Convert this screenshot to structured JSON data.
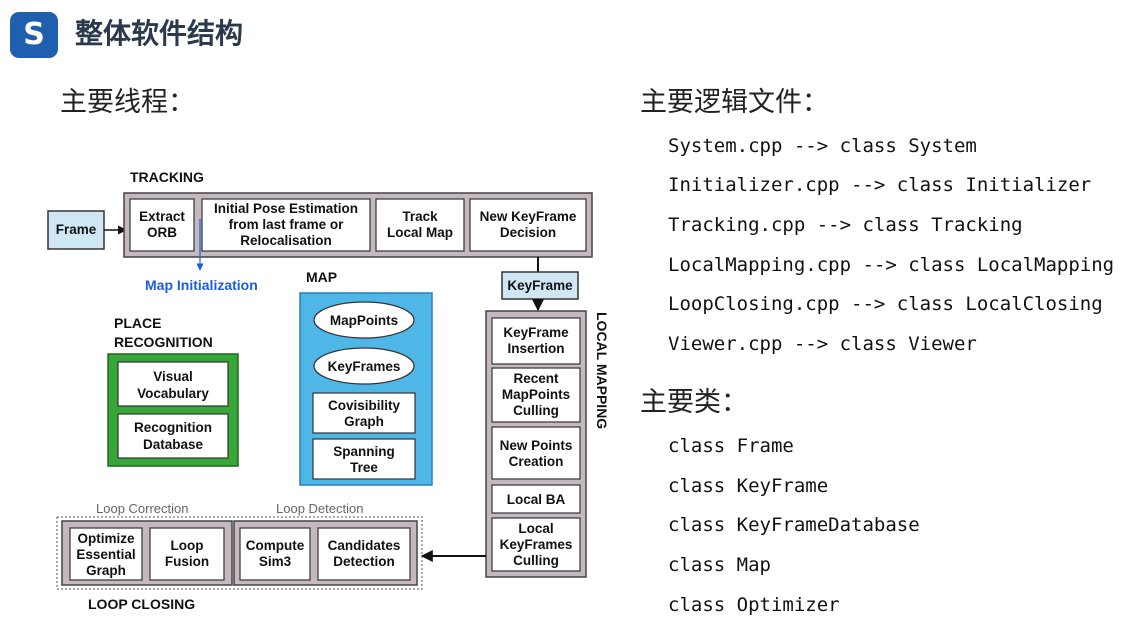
{
  "header": {
    "title": "整体软件结构",
    "logo_icon": "s-logo-icon"
  },
  "left_section": {
    "heading": "主要线程："
  },
  "right_section": {
    "files_heading": "主要逻辑文件：",
    "files": [
      "System.cpp --> class System",
      "Initializer.cpp --> class Initializer",
      "Tracking.cpp --> class Tracking",
      "LocalMapping.cpp --> class LocalMapping",
      "LoopClosing.cpp --> class LocalClosing",
      "Viewer.cpp --> class Viewer"
    ],
    "classes_heading": "主要类：",
    "classes": [
      "class Frame",
      "class KeyFrame",
      "class KeyFrameDatabase",
      "class Map",
      "class Optimizer"
    ]
  },
  "diagram": {
    "tracking": {
      "title": "TRACKING",
      "frame": "Frame",
      "extract": [
        "Extract",
        "ORB"
      ],
      "pose": [
        "Initial Pose Estimation",
        "from last frame or",
        "Relocalisation"
      ],
      "track": [
        "Track",
        "Local Map"
      ],
      "newkf": [
        "New KeyFrame",
        "Decision"
      ],
      "map_init": "Map Initialization"
    },
    "keyframe_box": "KeyFrame",
    "map": {
      "title": "MAP",
      "mappoints": "MapPoints",
      "keyframes": "KeyFrames",
      "covis": [
        "Covisibility",
        "Graph"
      ],
      "spanning": [
        "Spanning",
        "Tree"
      ]
    },
    "place": {
      "title": [
        "PLACE",
        "RECOGNITION"
      ],
      "vocab": [
        "Visual",
        "Vocabulary"
      ],
      "recog": [
        "Recognition",
        "Database"
      ]
    },
    "local_mapping": {
      "title": "LOCAL MAPPING",
      "insertion": [
        "KeyFrame",
        "Insertion"
      ],
      "culling": [
        "Recent",
        "MapPoints",
        "Culling"
      ],
      "creation": [
        "New Points",
        "Creation"
      ],
      "ba": "Local BA",
      "kf_culling": [
        "Local",
        "KeyFrames",
        "Culling"
      ]
    },
    "loop_closing": {
      "title": "LOOP CLOSING",
      "correction": "Loop Correction",
      "detection": "Loop Detection",
      "optimize": [
        "Optimize",
        "Essential",
        "Graph"
      ],
      "fusion": [
        "Loop",
        "Fusion"
      ],
      "sim3": [
        "Compute",
        "Sim3"
      ],
      "candidates": [
        "Candidates",
        "Detection"
      ]
    }
  },
  "colors": {
    "thread_bg": "#c4b9c0",
    "frame_bg": "#cfe6f5",
    "map_bg": "#4fb6e8",
    "place_bg": "#38a638",
    "blue_label": "#1a5fd8",
    "logo": "#1e5fae"
  }
}
